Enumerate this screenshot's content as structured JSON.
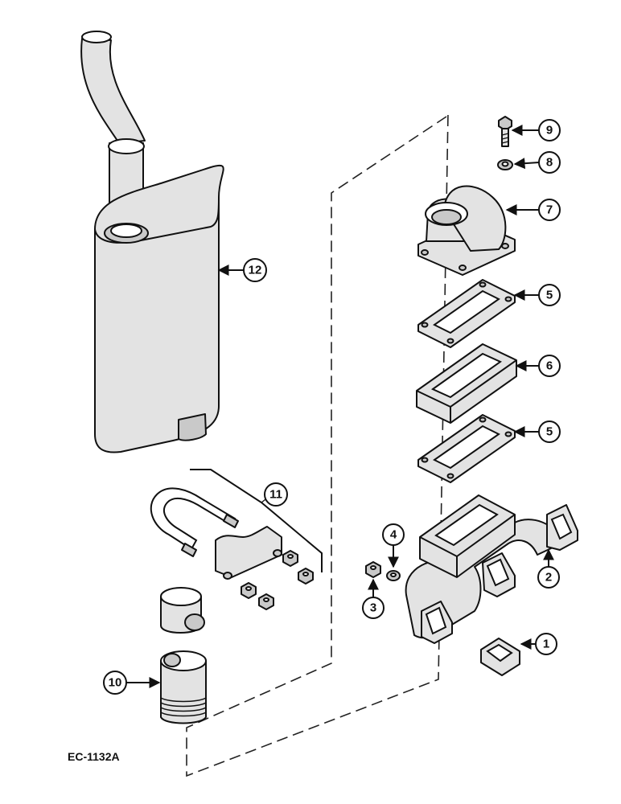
{
  "drawing_code": "EC-1132A",
  "callouts": [
    "1",
    "2",
    "3",
    "4",
    "5",
    "5",
    "6",
    "7",
    "8",
    "9",
    "10",
    "11",
    "12"
  ],
  "colors": {
    "ink": "#111111",
    "paper": "#ffffff",
    "shade": "#e3e3e3"
  }
}
